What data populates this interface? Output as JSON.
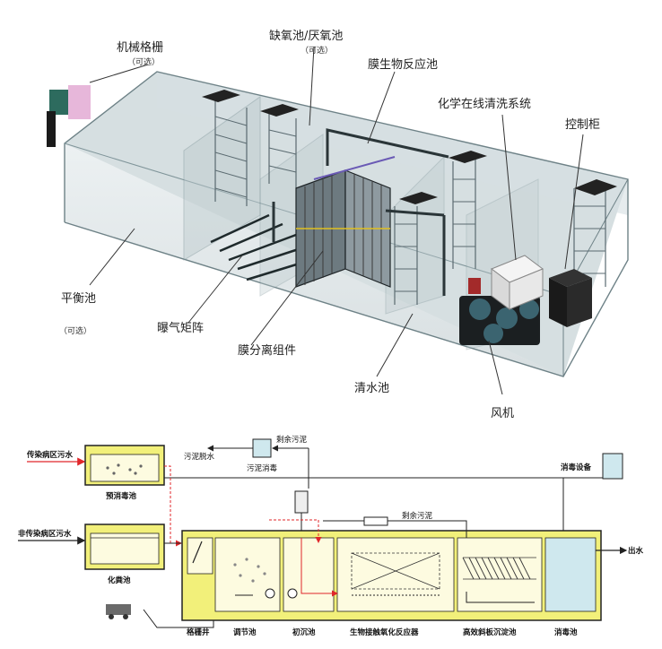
{
  "top_labels": {
    "bar_screen": "机械格栅",
    "bar_screen_opt": "（可选）",
    "anoxic": "缺氧池/厌氧池",
    "anoxic_opt": "（可选）",
    "mbr": "膜生物反应池",
    "cip": "化学在线清洗系统",
    "control": "控制柜",
    "balance": "平衡池",
    "balance_opt": "（可选）",
    "aeration": "曝气矩阵",
    "membrane": "膜分离组件",
    "clear": "清水池",
    "blower": "风机"
  },
  "flow_labels": {
    "infect_in": "传染病区污水",
    "noninfect_in": "非传染病区污水",
    "pre_disinfect": "预消毒池",
    "septic": "化粪池",
    "sludge_dewater": "污泥脱水",
    "sludge_disinfect": "污泥消毒",
    "excess_sludge_1": "剩余污泥",
    "excess_sludge_2": "剩余污泥",
    "disinfect_equip": "消毒设备",
    "outlet": "出水",
    "grid_well": "格栅井",
    "regulating": "调节池",
    "primary": "初沉池",
    "bio_reactor": "生物接触氧化反应器",
    "settler": "高效斜板沉淀池",
    "disinfect_tank": "消毒池"
  },
  "colors": {
    "tank_yellow": "#f2f07a",
    "tank_border": "#222222",
    "water_blue": "#cfe8ee",
    "arrow_red": "#e0262a",
    "tank_fill": "#fdfbe0"
  }
}
